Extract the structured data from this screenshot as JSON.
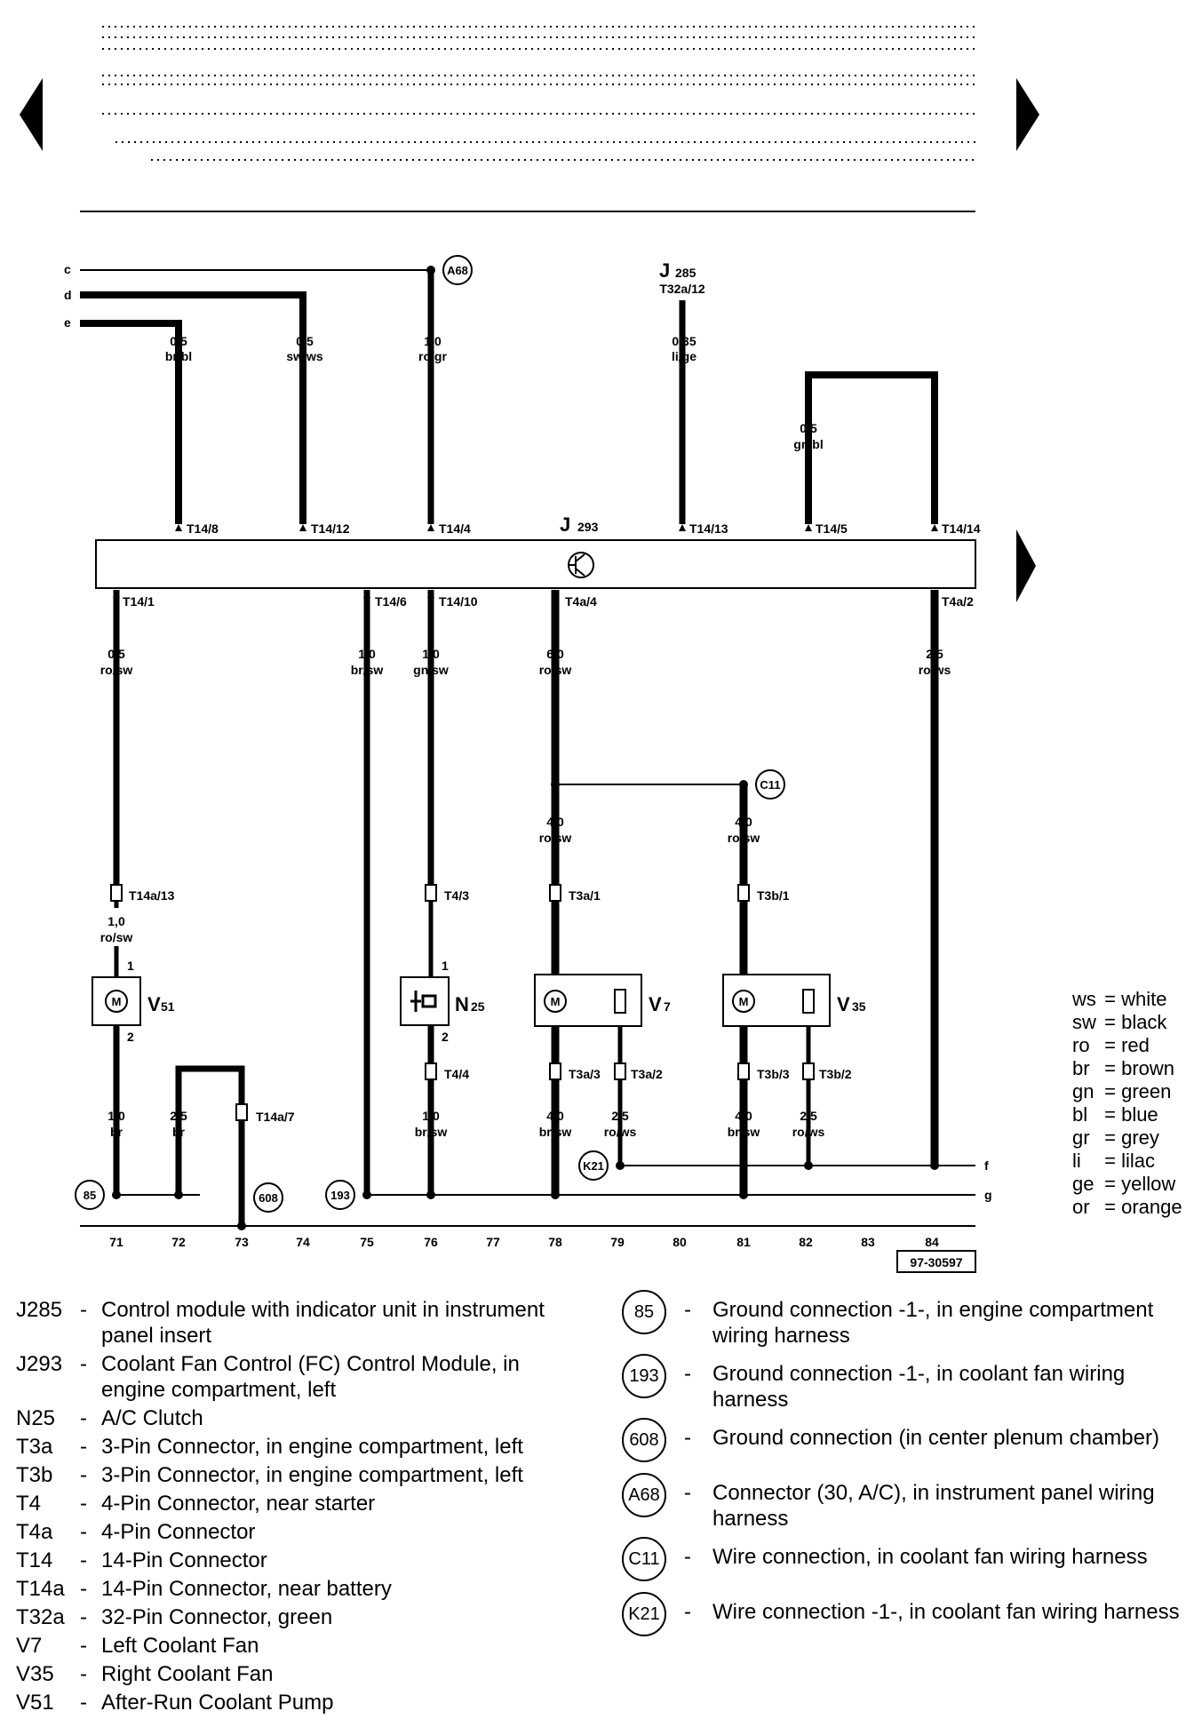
{
  "nav": {
    "prev_icon": "triangle-left-icon",
    "next_icon": "triangle-right-icon"
  },
  "diagram_code": "97-30597",
  "bus_lines": [
    "c",
    "d",
    "e",
    "f",
    "g"
  ],
  "component_labels": {
    "j285": "J",
    "j285_sub": "285",
    "j285_pin": "T32a/12",
    "j293": "J",
    "j293_sub": "293",
    "v51": "V",
    "v51_sub": "51",
    "n25": "N",
    "n25_sub": "25",
    "v7": "V",
    "v7_sub": "7",
    "v35": "V",
    "v35_sub": "35"
  },
  "connectors": {
    "t14_8": "T14/8",
    "t14_12": "T14/12",
    "t14_4": "T14/4",
    "t14_13": "T14/13",
    "t14_5": "T14/5",
    "t14_14": "T14/14",
    "t14_1": "T14/1",
    "t14_6": "T14/6",
    "t14_10": "T14/10",
    "t4a_4": "T4a/4",
    "t4a_2": "T4a/2",
    "t14a_13": "T14a/13",
    "t4_3": "T4/3",
    "t3a_1": "T3a/1",
    "t3b_1": "T3b/1",
    "t4_4": "T4/4",
    "t3a_3": "T3a/3",
    "t3a_2": "T3a/2",
    "t3b_3": "T3b/3",
    "t3b_2": "T3b/2",
    "t14a_7": "T14a/7",
    "pin1_v51": "1",
    "pin2_v51": "2",
    "pin1_n25": "1",
    "pin2_n25": "2"
  },
  "wires": {
    "w1_size": "0,5",
    "w1_color": "br/bl",
    "w2_size": "0,5",
    "w2_color": "sw/ws",
    "w3_size": "1,0",
    "w3_color": "ro/gr",
    "w4_size": "0,35",
    "w4_color": "li/ge",
    "w5_size": "0,5",
    "w5_color": "gn/bl",
    "w6_size": "0,5",
    "w6_color": "ro/sw",
    "w7_size": "1,0",
    "w7_color": "br/sw",
    "w8_size": "1,0",
    "w8_color": "gn/sw",
    "w9_size": "6,0",
    "w9_color": "ro/sw",
    "w10_size": "2,5",
    "w10_color": "ro/ws",
    "w11_size": "4,0",
    "w11_color": "ro/sw",
    "w12_size": "4,0",
    "w12_color": "ro/sw",
    "w13_size": "1,0",
    "w13_color": "ro/sw",
    "w14_size": "1,0",
    "w14_color": "br",
    "w15_size": "2,5",
    "w15_color": "br",
    "w16_size": "1,0",
    "w16_color": "br/sw",
    "w17_size": "4,0",
    "w17_color": "br/sw",
    "w18_size": "2,5",
    "w18_color": "ro/ws",
    "w19_size": "4,0",
    "w19_color": "br/sw",
    "w20_size": "2,5",
    "w20_color": "ro/ws"
  },
  "circle_tags": {
    "a68": "A68",
    "c11": "C11",
    "k21": "K21",
    "g85": "85",
    "g193": "193",
    "g608": "608"
  },
  "track_numbers": [
    "71",
    "72",
    "73",
    "74",
    "75",
    "76",
    "77",
    "78",
    "79",
    "80",
    "81",
    "82",
    "83",
    "84"
  ],
  "color_key": [
    {
      "abbr": "ws",
      "name": "white"
    },
    {
      "abbr": "sw",
      "name": "black"
    },
    {
      "abbr": "ro",
      "name": "red"
    },
    {
      "abbr": "br",
      "name": "brown"
    },
    {
      "abbr": "gn",
      "name": "green"
    },
    {
      "abbr": "bl",
      "name": "blue"
    },
    {
      "abbr": "gr",
      "name": "grey"
    },
    {
      "abbr": "li",
      "name": "lilac"
    },
    {
      "abbr": "ge",
      "name": "yellow"
    },
    {
      "abbr": "or",
      "name": "orange"
    }
  ],
  "legend_left": [
    {
      "code": "J285",
      "desc": "Control module with indicator unit in instrument panel insert"
    },
    {
      "code": "J293",
      "desc": "Coolant Fan Control (FC) Control Module, in engine compartment, left"
    },
    {
      "code": "N25",
      "desc": "A/C Clutch"
    },
    {
      "code": "T3a",
      "desc": "3-Pin Connector,  in engine compartment, left"
    },
    {
      "code": "T3b",
      "desc": "3-Pin Connector,  in engine compartment, left"
    },
    {
      "code": "T4",
      "desc": "4-Pin Connector, near starter"
    },
    {
      "code": "T4a",
      "desc": "4-Pin Connector"
    },
    {
      "code": "T14",
      "desc": "14-Pin Connector"
    },
    {
      "code": "T14a",
      "desc": "14-Pin Connector, near battery"
    },
    {
      "code": "T32a",
      "desc": "32-Pin Connector, green"
    },
    {
      "code": "V7",
      "desc": "Left Coolant Fan"
    },
    {
      "code": "V35",
      "desc": "Right Coolant Fan"
    },
    {
      "code": "V51",
      "desc": "After-Run Coolant Pump"
    }
  ],
  "legend_right": [
    {
      "code": "85",
      "desc": "Ground connection -1-, in engine compartment wiring harness"
    },
    {
      "code": "193",
      "desc": "Ground connection -1-, in coolant fan wiring harness"
    },
    {
      "code": "608",
      "desc": "Ground connection (in center plenum chamber)"
    },
    {
      "code": "A68",
      "desc": "Connector (30, A/C), in instrument panel wiring harness"
    },
    {
      "code": "C11",
      "desc": "Wire connection, in coolant fan wiring harness"
    },
    {
      "code": "K21",
      "desc": "Wire connection -1-, in coolant fan wiring harness"
    }
  ]
}
